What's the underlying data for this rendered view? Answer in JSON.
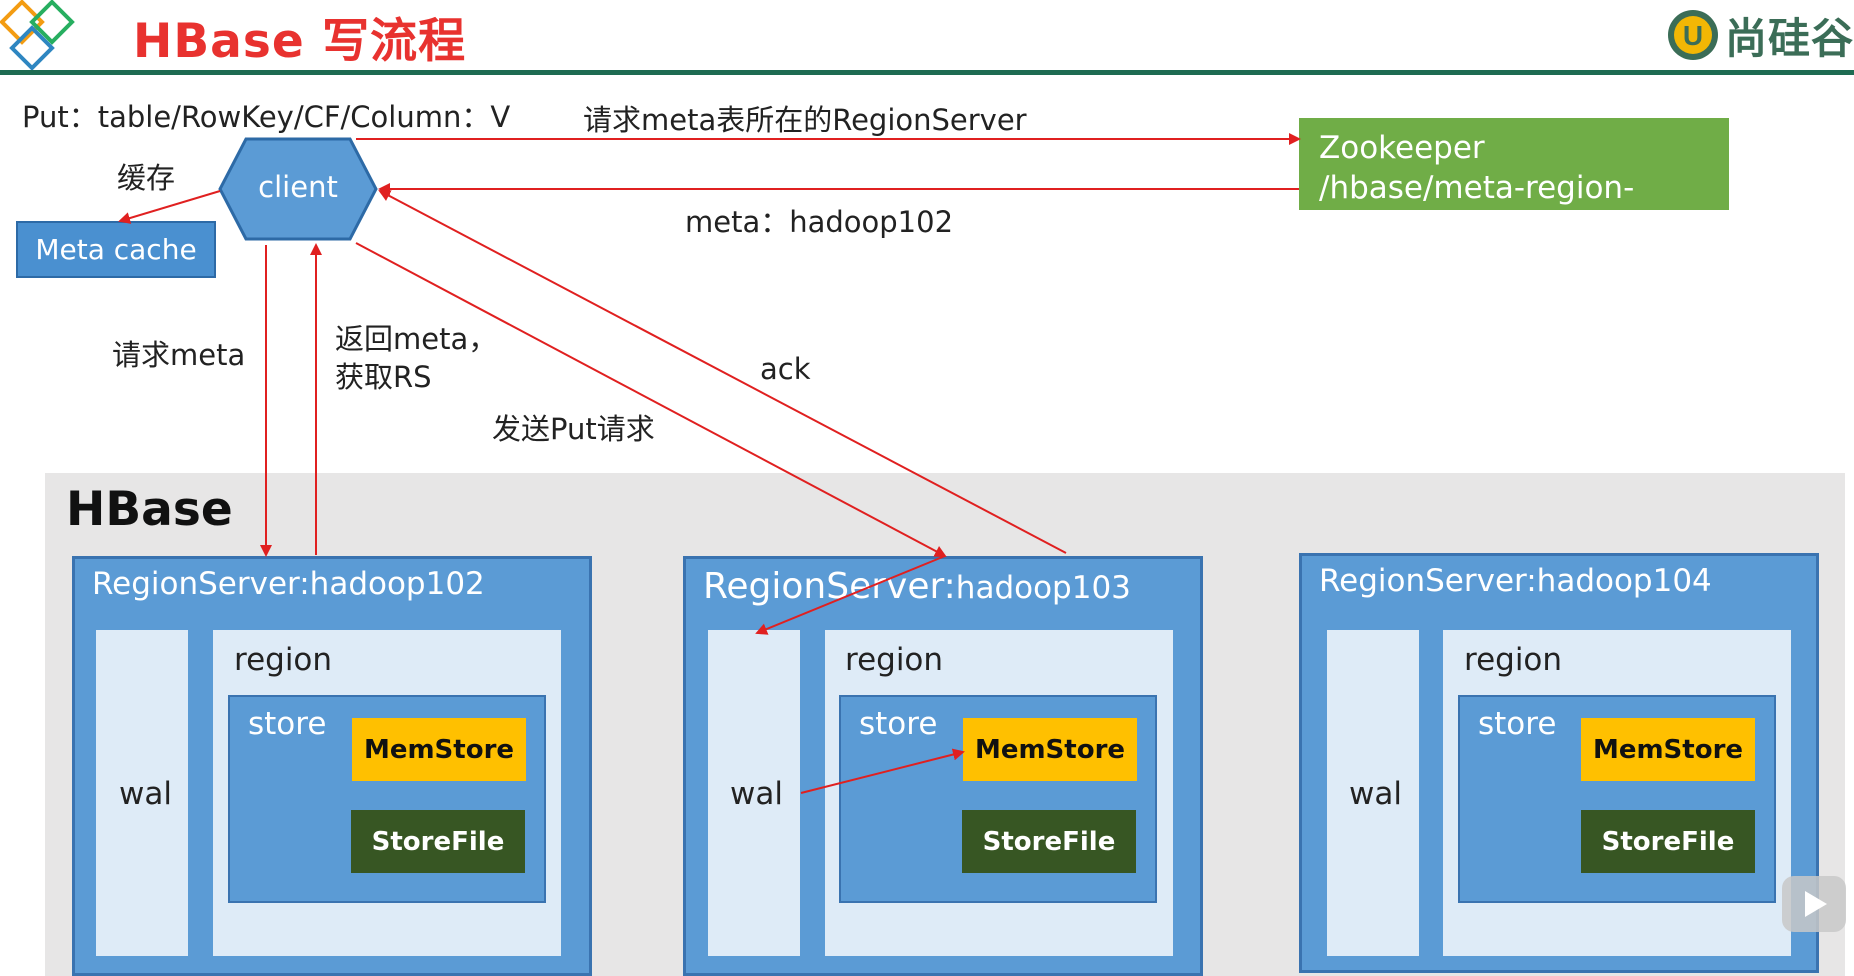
{
  "header": {
    "title": "HBase 写流程",
    "brand": "尚硅谷",
    "brand_logo_letter": "U"
  },
  "put_label": "Put：table/RowKey/CF/Column：V",
  "labels": {
    "cache": "缓存",
    "client": "client",
    "meta_cache": "Meta cache",
    "request_meta_rs": "请求meta表所在的RegionServer",
    "meta_location": "meta：hadoop102",
    "zookeeper_line1": "Zookeeper",
    "zookeeper_line2": "/hbase/meta-region-server",
    "request_meta": "请求meta",
    "return_meta_line1": "返回meta，",
    "return_meta_line2": "获取RS",
    "send_put": "发送Put请求",
    "ack": "ack",
    "hbase": "HBase"
  },
  "region_servers": [
    {
      "title": "RegionServer:hadoop102",
      "wal": "wal",
      "region": "region",
      "store": "store",
      "memstore": "MemStore",
      "storefile": "StoreFile"
    },
    {
      "title_part1": "RegionServer:",
      "title_part2": "hadoop103",
      "wal": "wal",
      "region": "region",
      "store": "store",
      "memstore": "MemStore",
      "storefile": "StoreFile"
    },
    {
      "title": "RegionServer:hadoop104",
      "wal": "wal",
      "region": "region",
      "store": "store",
      "memstore": "MemStore",
      "storefile": "StoreFile"
    }
  ],
  "colors": {
    "title_red": "#e8322f",
    "arrow_red": "#e02020",
    "client_blue": "#5b9bd5",
    "zookeeper_green": "#70ad47",
    "memstore_yellow": "#ffc000",
    "storefile_green": "#375623",
    "header_line": "#1e6b52"
  },
  "icons": {
    "top_left": "diamond-logo-icon",
    "bottom_right": "play-icon"
  }
}
